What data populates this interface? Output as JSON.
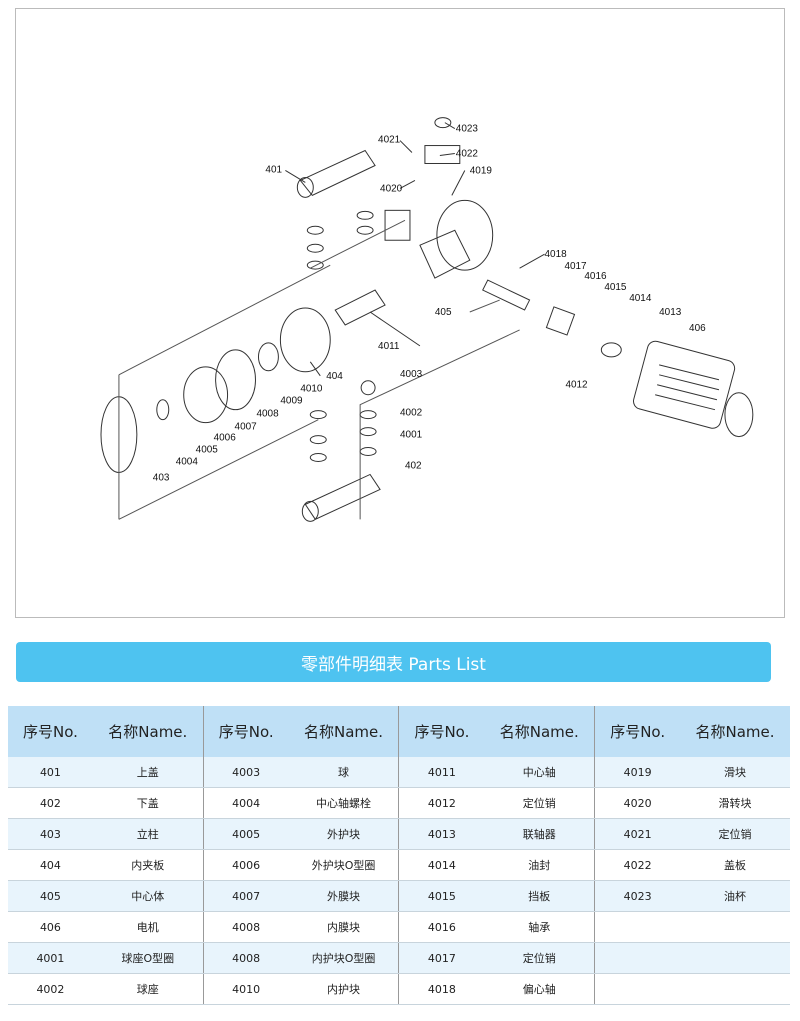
{
  "diagram": {
    "callouts": [
      "401",
      "4021",
      "4023",
      "4022",
      "4020",
      "4019",
      "4018",
      "4017",
      "4016",
      "4015",
      "4014",
      "4013",
      "406",
      "4012",
      "405",
      "4011",
      "404",
      "4010",
      "4009",
      "4008",
      "4007",
      "4006",
      "4005",
      "4004",
      "403",
      "4003",
      "4002",
      "4001",
      "402"
    ]
  },
  "title": "零部件明细表 Parts List",
  "table": {
    "header_no": "序号No.",
    "header_name": "名称Name.",
    "columns": [
      [
        [
          "401",
          "上盖"
        ],
        [
          "402",
          "下盖"
        ],
        [
          "403",
          "立柱"
        ],
        [
          "404",
          "内夹板"
        ],
        [
          "405",
          "中心体"
        ],
        [
          "406",
          "电机"
        ],
        [
          "4001",
          "球座O型圈"
        ],
        [
          "4002",
          "球座"
        ]
      ],
      [
        [
          "4003",
          "球"
        ],
        [
          "4004",
          "中心轴螺栓"
        ],
        [
          "4005",
          "外护块"
        ],
        [
          "4006",
          "外护块O型圈"
        ],
        [
          "4007",
          "外膜块"
        ],
        [
          "4008",
          "内膜块"
        ],
        [
          "4008",
          "内护块O型圈"
        ],
        [
          "4010",
          "内护块"
        ]
      ],
      [
        [
          "4011",
          "中心轴"
        ],
        [
          "4012",
          "定位销"
        ],
        [
          "4013",
          "联轴器"
        ],
        [
          "4014",
          "油封"
        ],
        [
          "4015",
          "挡板"
        ],
        [
          "4016",
          "轴承"
        ],
        [
          "4017",
          "定位销"
        ],
        [
          "4018",
          "偏心轴"
        ]
      ],
      [
        [
          "4019",
          "滑块"
        ],
        [
          "4020",
          "滑转块"
        ],
        [
          "4021",
          "定位销"
        ],
        [
          "4022",
          "盖板"
        ],
        [
          "4023",
          "油杯"
        ],
        [
          "",
          ""
        ],
        [
          "",
          ""
        ],
        [
          "",
          ""
        ]
      ]
    ]
  }
}
